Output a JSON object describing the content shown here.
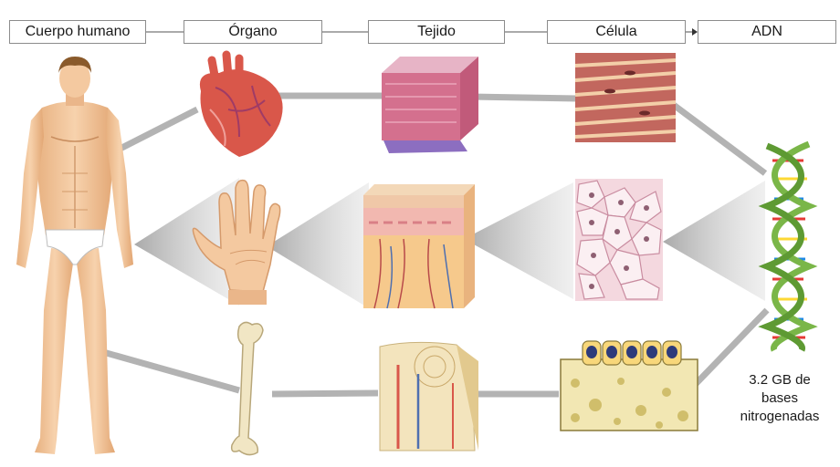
{
  "header": {
    "levels": [
      "Cuerpo humano",
      "Órgano",
      "Tejido",
      "Célula",
      "ADN"
    ]
  },
  "caption": {
    "line1": "3.2 GB de",
    "line2": "bases",
    "line3": "nitrogenadas"
  },
  "colors": {
    "connector": "#b3b3b3",
    "skin": "#f2c39a",
    "hair": "#8a5a2b",
    "heart": "#d9574a",
    "muscle_tissue": "#c8506b",
    "epithelial": "#f3d6dc",
    "bone": "#f1e6c4",
    "dna_green": "#7ab648"
  },
  "icons": [
    "human-body-icon",
    "heart-icon",
    "hand-icon",
    "femur-bone-icon",
    "muscle-tissue-icon",
    "skin-tissue-icon",
    "bone-tissue-icon",
    "muscle-cell-icon",
    "epithelial-cell-icon",
    "bone-cell-icon",
    "dna-helix-icon"
  ]
}
